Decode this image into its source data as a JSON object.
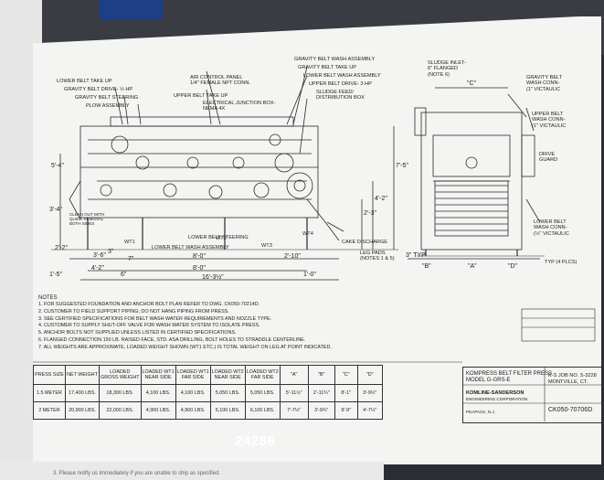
{
  "side_view_labels": {
    "lower_belt_take_up": "LOWER BELT TAKE UP",
    "gravity_belt_drive": "GRAVITY BELT DRIVE- ½ HP",
    "gravity_belt_steering": "GRAVITY BELT STEERING",
    "plow_assembly": "PLOW ASSEMBLY",
    "air_control_panel": "AIR CONTROL PANEL\n1/4\" FEMALE NPT CONN.",
    "upper_belt_take_up": "UPPER BELT TAKE UP",
    "electrical_junction_box": "ELECTRICAL JUNCTION BOX-\nNEMA 4X",
    "gravity_belt_wash": "GRAVITY BELT WASH ASSEMBLY",
    "gravity_belt_take_up": "GRAVITY BELT TAKE UP",
    "lower_belt_wash": "LOWER BELT WASH ASSEMBLY",
    "upper_belt_drive": "UPPER BELT DRIVE- 3 HP",
    "sludge_feed_box": "SLUDGE FEED/\nDISTRIBUTION BOX",
    "lower_belt_steering": "LOWER BELT STEERING",
    "lower_belt_wash_assembly": "LOWER BELT WASH ASSEMBLY",
    "cake_discharge": "CAKE DISCHARGE",
    "leg_pads": "LEG PADS\n(NOTES 1 & 5)",
    "clean_out": "CLEAN OUT WITH\nQUICK REMOVAL\nBOTH SIDES",
    "wt1": "WT1",
    "wt2": "WT2",
    "wt3": "WT3",
    "wt4": "WT4"
  },
  "end_view_labels": {
    "sludge_inlet": "SLUDGE INLET-\n6\" FLANGED\n(NOTE 6)",
    "gravity_belt_wash_conn": "GRAVITY BELT\nWASH CONN-\n(1\" VICTAULIC",
    "upper_belt_wash_conn": "UPPER BELT\nWASH CONN-\n(1\" VICTAULIC",
    "drive_guard": "DRIVE\nGUARD",
    "lower_belt_wash_conn": "LOWER BELT\nWASH CONN-\n(½\" VICTAULIC",
    "typ_4_plcs": "TYP (4 PLCS)",
    "dim_c": "\"C\"",
    "dim_a": "\"A\"",
    "dim_b": "\"B\"",
    "dim_d": "\"D\"",
    "dim_3_typ": "3\" TYP"
  },
  "side_view_dims": {
    "d_7_5": "7'-5\"",
    "d_4_2": "4'-2\"",
    "d_2_3": "2'-3\"",
    "d_3_4": "3'-4\"",
    "d_3_1": "3\"",
    "d_7_8": "7\"",
    "d_1_5": "1'-5\"",
    "d_3_6": "3'-6\"",
    "d_4_2b": "4'-2\"",
    "d_8_0": "8'-0\"",
    "d_2_10": "2'-10\"",
    "d_8_0b": "8'-0\"",
    "d_16_3": "16'-3½\"",
    "d_1_0": "1'-0\"",
    "d_2_2": "2'-2\"",
    "d_5_4": "5'-4\"",
    "d_6": "6\""
  },
  "notes": {
    "heading": "NOTES",
    "items": [
      "1. FOR SUGGESTED FOUNDATION AND ANCHOR BOLT PLAN REFER TO DWG. CK050-70214D.",
      "2. CUSTOMER TO FIELD SUPPORT PIPING; DO NOT HANG PIPING FROM PRESS.",
      "3. SEE CERTIFIED SPECIFICATIONS FOR BELT WASH WATER REQUIREMENTS AND NOZZLE TYPE.",
      "4. CUSTOMER TO SUPPLY SHUT-OFF VALVE FOR WASH WATER SYSTEM TO ISOLATE PRESS.",
      "5. ANCHOR BOLTS NOT SUPPLIED UNLESS LISTED IN CERTIFIED SPECIFICATIONS.",
      "6. FLANGED CONNECTION 150 LB. RAISED FACE, STD. ASA DRILLING, BOLT HOLES TO STRADDLE CENTERLINE.",
      "7. ALL WEIGHTS ARE APPROXIMATE, LOADED WEIGHT SHOWN (WT1 ETC.) IS TOTAL WEIGHT ON LEG AT POINT INDICATED."
    ]
  },
  "weights_table": {
    "headers": [
      "PRESS SIZE",
      "NET WEIGHT",
      "LOADED\nGROSS WEIGHT",
      "LOADED WT1\nNEAR SIDE",
      "LOADED WT1\nFAR SIDE",
      "LOADED WT2\nNEAR SIDE",
      "LOADED WT2\nFAR SIDE",
      "\"A\"",
      "\"B\"",
      "\"C\"",
      "\"D\""
    ],
    "rows": [
      [
        "1.5 METER",
        "17,400 LBS.",
        "18,300 LBS.",
        "4,100 LBS.",
        "4,100 LBS.",
        "5,050 LBS.",
        "5,050 LBS.",
        "5'-11½\"",
        "2'-11¾\"",
        "8'-1\"",
        "3'-9½\""
      ],
      [
        "2 METER",
        "20,900 LBS.",
        "22,000 LBS.",
        "4,900 LBS.",
        "4,900 LBS.",
        "6,100 LBS.",
        "6,100 LBS.",
        "7'-7½\"",
        "3'-9¾\"",
        "9'-9\"",
        "4'-7½\""
      ]
    ]
  },
  "title_block": {
    "title": "KOMPRESS BELT FILTER PRESS\nMODEL G-GRS-E",
    "job": "K-S JOB NO. S-3228",
    "location": "MONTVILLE, CT.",
    "company": "KOMLINE-SANDERSON",
    "company_sub": "ENGINEERING CORPORATION",
    "company_city": "PEAPACK, N.J.",
    "dwg_no": "CK050-70706D"
  },
  "stamp_number": "24286",
  "bottom_note": "3. Please notify us immediately if you are unable to ship as specified."
}
